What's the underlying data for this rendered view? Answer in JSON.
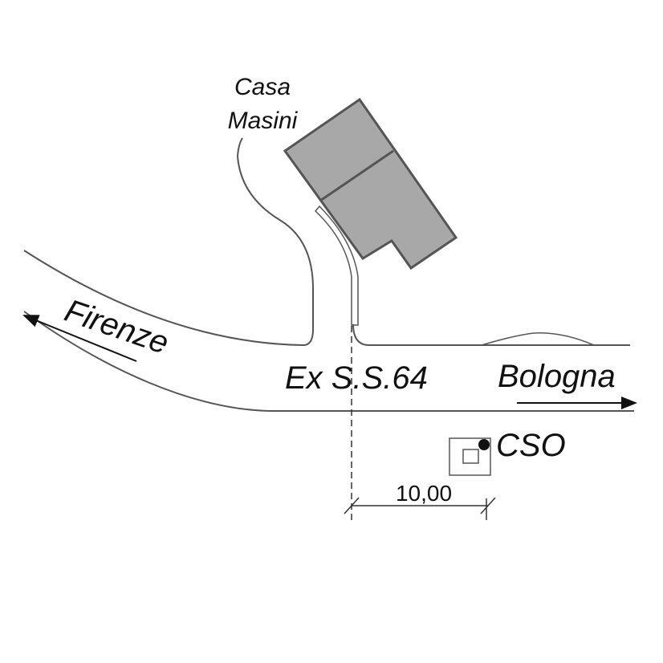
{
  "labels": {
    "building_line1": "Casa",
    "building_line2": "Masini",
    "left_direction": "Firenze",
    "road_name": "Ex S.S.64",
    "right_direction": "Bologna",
    "station": "CSO",
    "distance": "10,00"
  },
  "colors": {
    "building_fill": "#a8a8a8",
    "building_stroke": "#555555",
    "line": "#555555",
    "text": "#111111"
  }
}
